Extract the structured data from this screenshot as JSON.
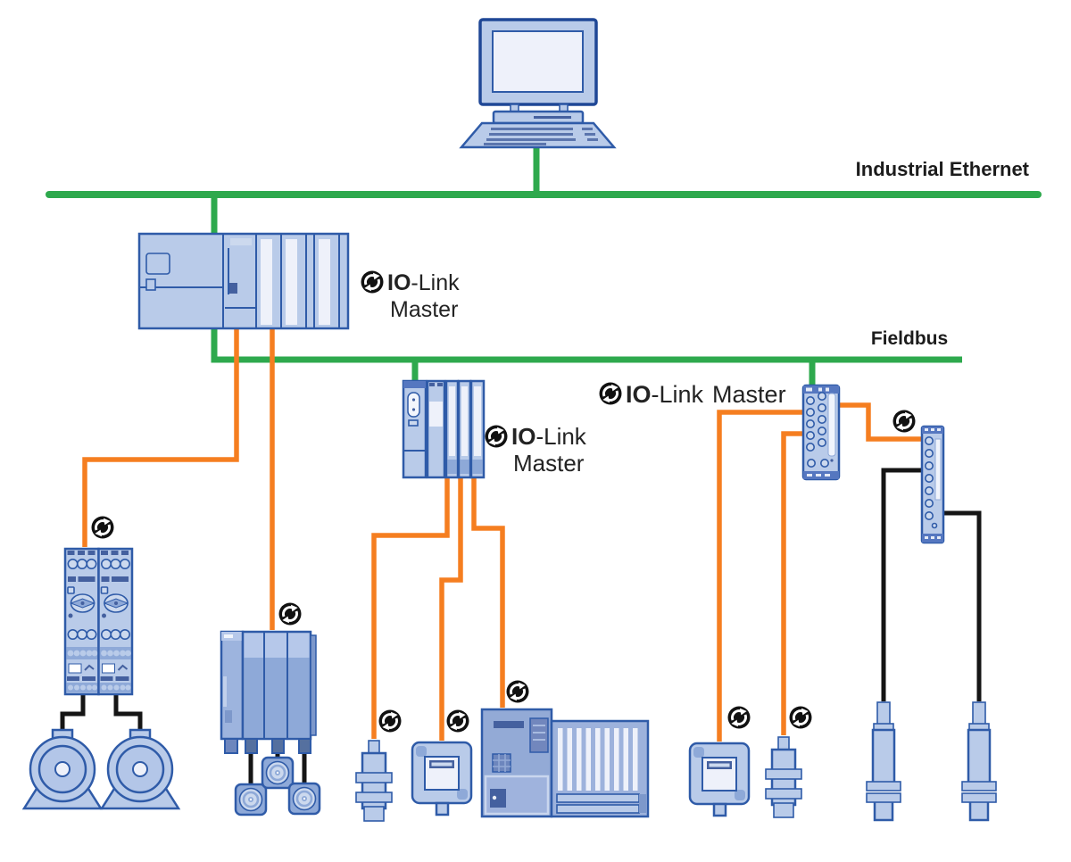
{
  "diagram": {
    "labels": {
      "industrial_ethernet": "Industrial Ethernet",
      "fieldbus": "Fieldbus",
      "io_bold": "IO",
      "link_suffix": "-Link",
      "master": "Master"
    },
    "colors": {
      "bus_green": "#2ea94d",
      "iolink_orange": "#f57e20",
      "cable_black": "#151515",
      "device_fill": "#b9cbe9",
      "device_fill_light": "#ccd9ee",
      "device_fill_pale": "#eef1fa",
      "device_fill_medium": "#8ea9d8",
      "device_stroke": "#2f5ba8",
      "device_dark": "#44609f",
      "logo_black": "#111111",
      "text_color": "#1c1c1c"
    },
    "icons": {
      "io_link_logo": "circular-sync-arrows"
    }
  }
}
